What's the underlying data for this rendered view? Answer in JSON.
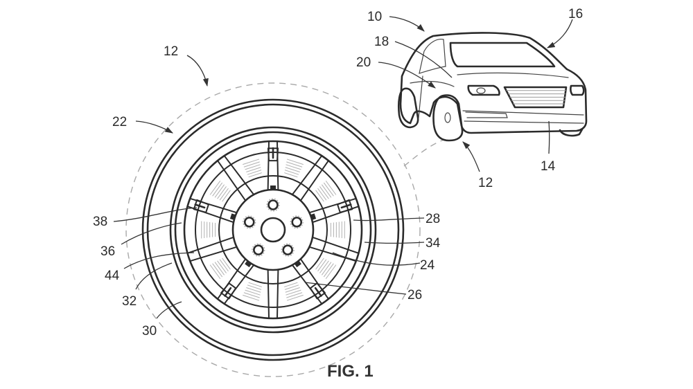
{
  "figure": {
    "caption": "FIG. 1",
    "type": "patent line drawing",
    "subjects": [
      "vehicle wheel (detail view)",
      "vehicle (perspective view)"
    ]
  },
  "labels": {
    "wheel_assembly": "12",
    "tire": "22",
    "lug_hole": "38",
    "spoke": "36",
    "window": "44",
    "rim_flange": "32",
    "tire_sidewall": "30",
    "hub": "28",
    "rim_barrel": "34",
    "wheel": "24",
    "insert": "26",
    "vehicle": "10",
    "body": "18",
    "wheel_well": "20",
    "roof": "16",
    "front_fascia": "14",
    "vehicle_wheel": "12"
  },
  "colors": {
    "line": "#2b2b2b",
    "dash": "#a8a8a8",
    "background": "#ffffff"
  }
}
